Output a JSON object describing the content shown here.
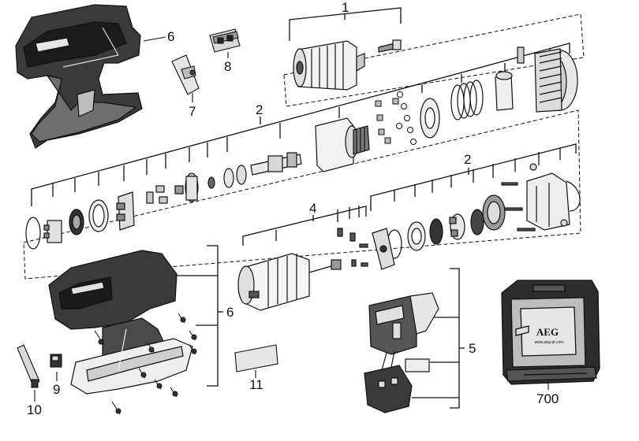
{
  "diagram": {
    "labels": {
      "chuck": "1",
      "gearbox_upper": "2",
      "gearbox_lower": "2",
      "motor": "4",
      "switch": "5",
      "housing_top": "6",
      "housing_main": "6",
      "clip": "7",
      "selector": "8",
      "led": "9",
      "belt_clip": "10",
      "label_plate": "11",
      "case": "700"
    },
    "case_brand": "AEG",
    "case_url": "www.aeg-pt.com",
    "colors": {
      "line": "#111111",
      "fill_dark": "#2a2a2a",
      "fill_mid": "#8a8a8a",
      "fill_light": "#d8d8d8"
    }
  }
}
